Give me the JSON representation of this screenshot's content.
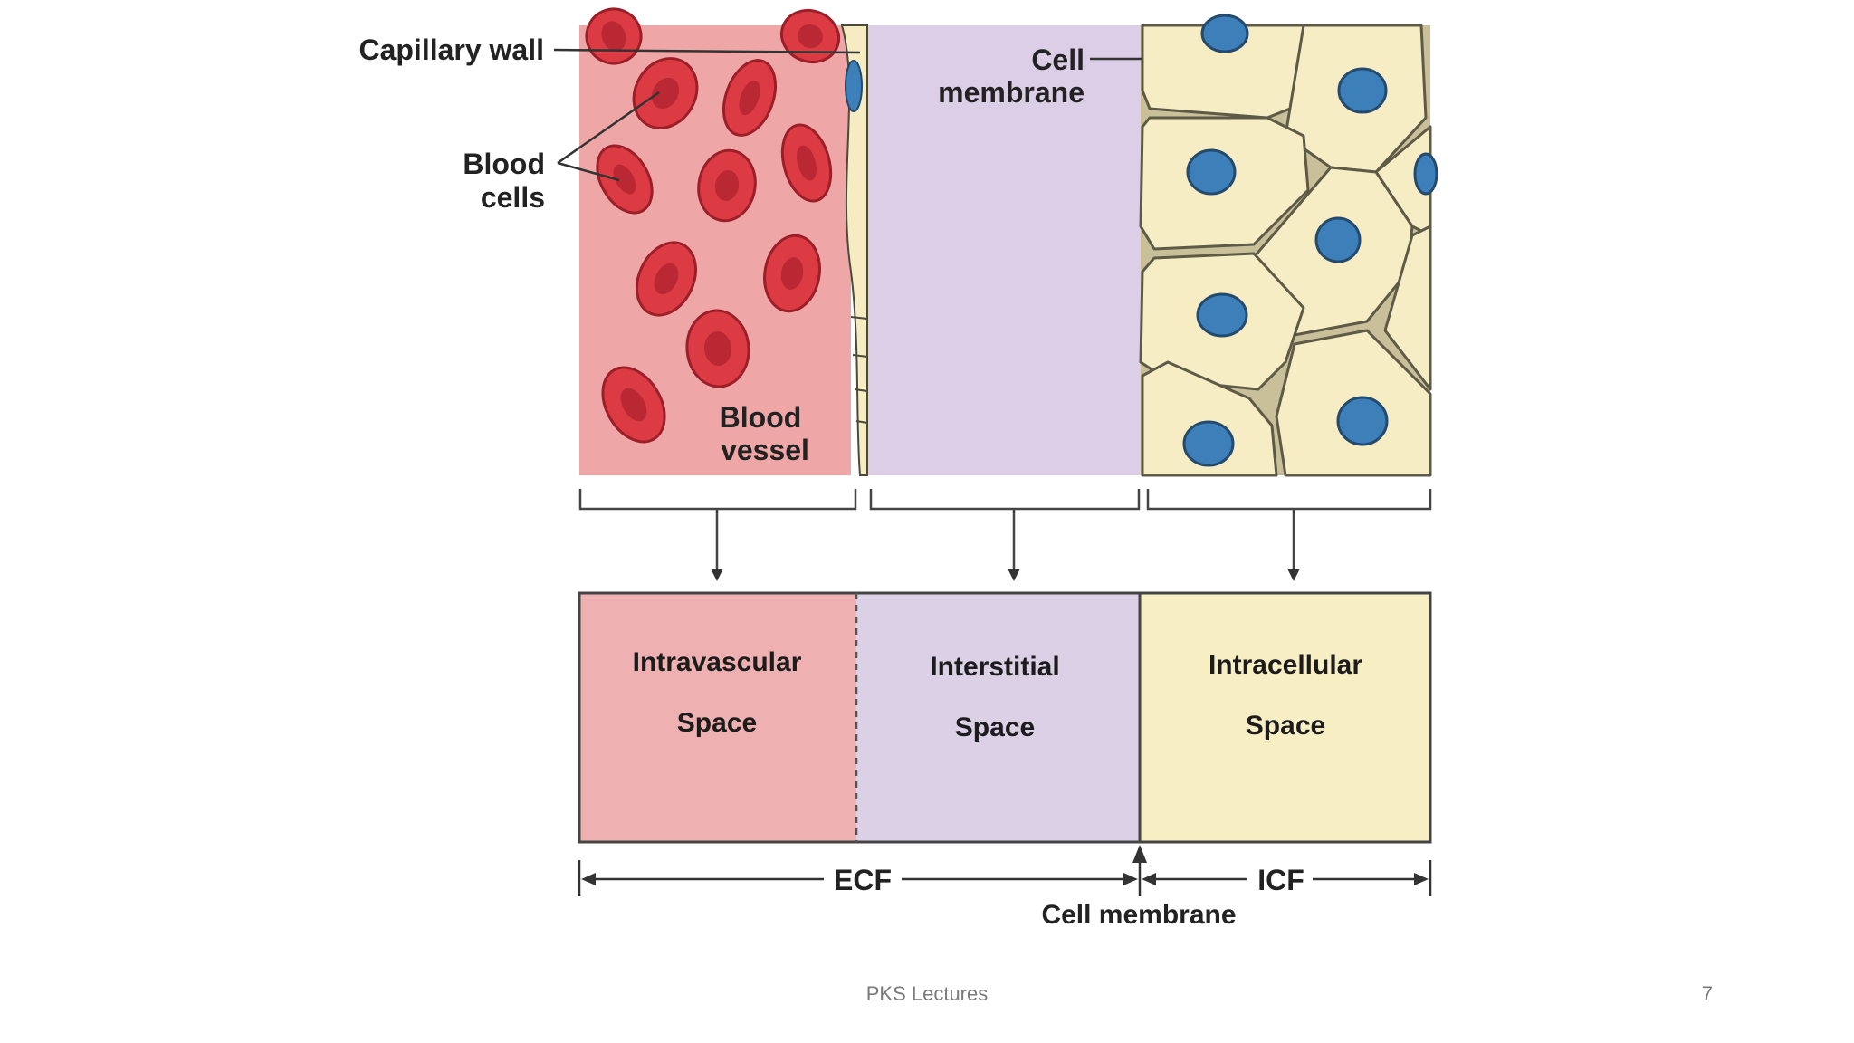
{
  "diagram": {
    "callouts": {
      "capillary_wall": "Capillary wall",
      "blood_cells_line1": "Blood",
      "blood_cells_line2": "cells",
      "cell_membrane_line1": "Cell",
      "cell_membrane_line2": "membrane",
      "blood_vessel_line1": "Blood",
      "blood_vessel_line2": "vessel"
    },
    "compartments": [
      {
        "line1": "Intravascular",
        "line2": "Space",
        "color": "#eeb0b0"
      },
      {
        "line1": "Interstitial",
        "line2": "Space",
        "color": "#dcd0e6"
      },
      {
        "line1": "Intracellular",
        "line2": "Space",
        "color": "#f8eec4"
      }
    ],
    "bottom_labels": {
      "ecf": "ECF",
      "icf": "ICF",
      "cell_membrane": "Cell membrane"
    },
    "colors": {
      "vessel_bg": "#efa6a6",
      "rbc": "#dc3b44",
      "interstitial_bg": "#dccee6",
      "cell_fill": "#f7edc4",
      "nucleus": "#3d7fb8"
    }
  },
  "footer": {
    "center_text": "PKS Lectures",
    "page_number": "7"
  }
}
